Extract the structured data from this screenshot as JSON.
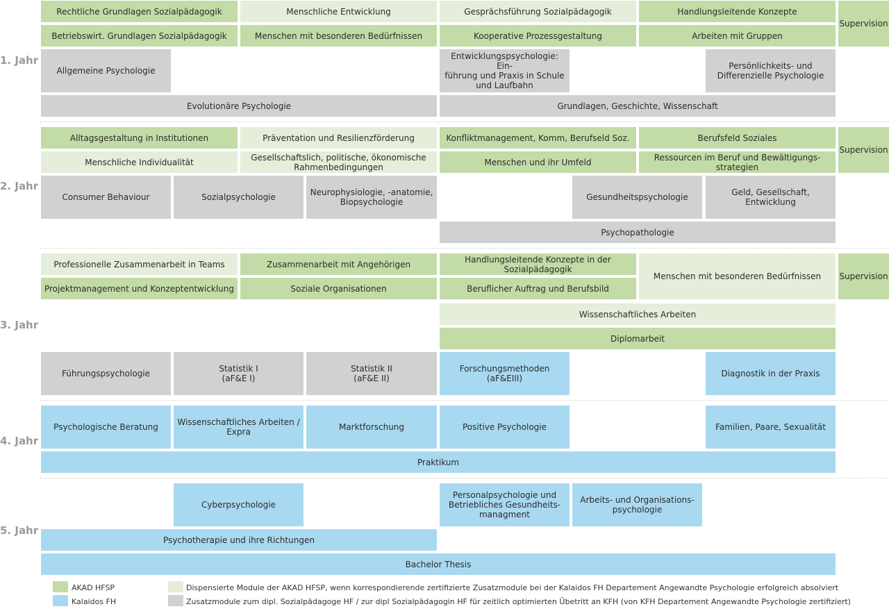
{
  "colors": {
    "akad_hfsp": "#c3dba6",
    "dispensed": "#e4eeda",
    "additional": "#cfd2d1",
    "kalaidos": "#a9d9f0",
    "year_label": "#9a9a9a"
  },
  "years": [
    {
      "label": "1. Jahr",
      "modules": [
        {
          "text": "Rechtliche Grundlagen Sozialpädagogik",
          "color": "green"
        },
        {
          "text": "Menschliche Entwicklung",
          "color": "light"
        },
        {
          "text": "Gesprächsführung Sozialpädagogik",
          "color": "light"
        },
        {
          "text": "Handlungsleitende Konzepte",
          "color": "green"
        },
        {
          "text": "Supervision",
          "color": "green"
        },
        {
          "text": "Betriebswirt. Grundlagen Sozialpädagogik",
          "color": "green"
        },
        {
          "text": "Menschen mit besonderen Bedürfnissen",
          "color": "green"
        },
        {
          "text": "Kooperative Prozessgestaltung",
          "color": "green"
        },
        {
          "text": "Arbeiten mit Gruppen",
          "color": "green"
        },
        {
          "text": "Allgemeine Psychologie",
          "color": "grey"
        },
        {
          "text": "Entwicklungspsychologie: Ein-\nführung und Praxis in Schule\nund Laufbahn",
          "color": "grey"
        },
        {
          "text": "Persönlichkeits- und\nDifferenzielle Psychologie",
          "color": "grey"
        },
        {
          "text": "Evolutionäre Psychologie",
          "color": "grey"
        },
        {
          "text": "Grundlagen, Geschichte, Wissenschaft",
          "color": "grey"
        }
      ]
    },
    {
      "label": "2. Jahr",
      "modules": [
        {
          "text": "Alltagsgestaltung in Institutionen",
          "color": "green"
        },
        {
          "text": "Präventation und Resilienzförderung",
          "color": "light"
        },
        {
          "text": "Konfliktmanagement, Komm, Berufseld Soz.",
          "color": "green"
        },
        {
          "text": "Berufsfeld Soziales",
          "color": "green"
        },
        {
          "text": "Supervision",
          "color": "green"
        },
        {
          "text": "Menschliche Individualität",
          "color": "light"
        },
        {
          "text": "Gesellschaftslich, politische, ökonomische\nRahmenbedingungen",
          "color": "light"
        },
        {
          "text": "Menschen und ihr Umfeld",
          "color": "green"
        },
        {
          "text": "Ressourcen im Beruf und Bewältigungs-\nstrategien",
          "color": "green"
        },
        {
          "text": "Consumer Behaviour",
          "color": "grey"
        },
        {
          "text": "Sozialpsychologie",
          "color": "grey"
        },
        {
          "text": "Neurophysiologie, -anatomie,\nBiopsychologie",
          "color": "grey"
        },
        {
          "text": "Gesundheitspsychologie",
          "color": "grey"
        },
        {
          "text": "Geld, Gesellschaft,\nEntwicklung",
          "color": "grey"
        },
        {
          "text": "Psychopathologie",
          "color": "grey"
        }
      ]
    },
    {
      "label": "3. Jahr",
      "modules": [
        {
          "text": "Professionelle Zusammenarbeit in Teams",
          "color": "light"
        },
        {
          "text": "Zusammenarbeit mit Angehörigen",
          "color": "green"
        },
        {
          "text": "Handlungsleitende Konzepte in der\nSozialpädagogik",
          "color": "green"
        },
        {
          "text": "Menschen mit besonderen Bedürfnissen",
          "color": "light"
        },
        {
          "text": "Supervision",
          "color": "green"
        },
        {
          "text": "Projektmanagement und Konzeptentwicklung",
          "color": "green"
        },
        {
          "text": "Soziale Organisationen",
          "color": "green"
        },
        {
          "text": "Beruflicher Auftrag und Berufsbild",
          "color": "green"
        },
        {
          "text": "Wissenschaftliches Arbeiten",
          "color": "light"
        },
        {
          "text": "Diplomarbeit",
          "color": "green"
        },
        {
          "text": "Führungspsychologie",
          "color": "grey"
        },
        {
          "text": "Statistik I\n(aF&E I)",
          "color": "grey"
        },
        {
          "text": "Statistik II\n(aF&E II)",
          "color": "grey"
        },
        {
          "text": "Forschungsmethoden\n(aF&EIII)",
          "color": "blue"
        },
        {
          "text": "Diagnostik in der Praxis",
          "color": "blue"
        }
      ]
    },
    {
      "label": "4. Jahr",
      "modules": [
        {
          "text": "Psychologische Beratung",
          "color": "blue"
        },
        {
          "text": "Wissenschaftliches Arbeiten /\nExpra",
          "color": "blue"
        },
        {
          "text": "Marktforschung",
          "color": "blue"
        },
        {
          "text": "Positive Psychologie",
          "color": "blue"
        },
        {
          "text": "Familien, Paare, Sexualität",
          "color": "blue"
        },
        {
          "text": "Praktikum",
          "color": "blue"
        }
      ]
    },
    {
      "label": "5. Jahr",
      "modules": [
        {
          "text": "Cyberpsychologie",
          "color": "blue"
        },
        {
          "text": "Personalpsychologie und\nBetriebliches Gesundheits-\nmanagment",
          "color": "blue"
        },
        {
          "text": "Arbeits- und Organisations-\npsychologie",
          "color": "blue"
        },
        {
          "text": "Psychotherapie und ihre Richtungen",
          "color": "blue"
        },
        {
          "text": "Bachelor Thesis",
          "color": "blue"
        }
      ]
    }
  ],
  "legend": [
    {
      "text": "AKAD HFSP",
      "color": "green"
    },
    {
      "text": "Kalaidos FH",
      "color": "blue"
    },
    {
      "text": "Dispensierte Module der AKAD HFSP, wenn korrespondierende zertifizierte Zusatzmodule bei der Kalaidos FH Departement Angewandte Psychologie erfolgreich absolviert",
      "color": "light"
    },
    {
      "text": "Zusatzmodule zum dipl. Sozialpädagoge HF / zur dipl Sozialpädagogin HF für zeitlich optimierten Übetritt an KFH (von KFH Departement Angewandte Psychologie zertifiziert)",
      "color": "grey"
    }
  ]
}
